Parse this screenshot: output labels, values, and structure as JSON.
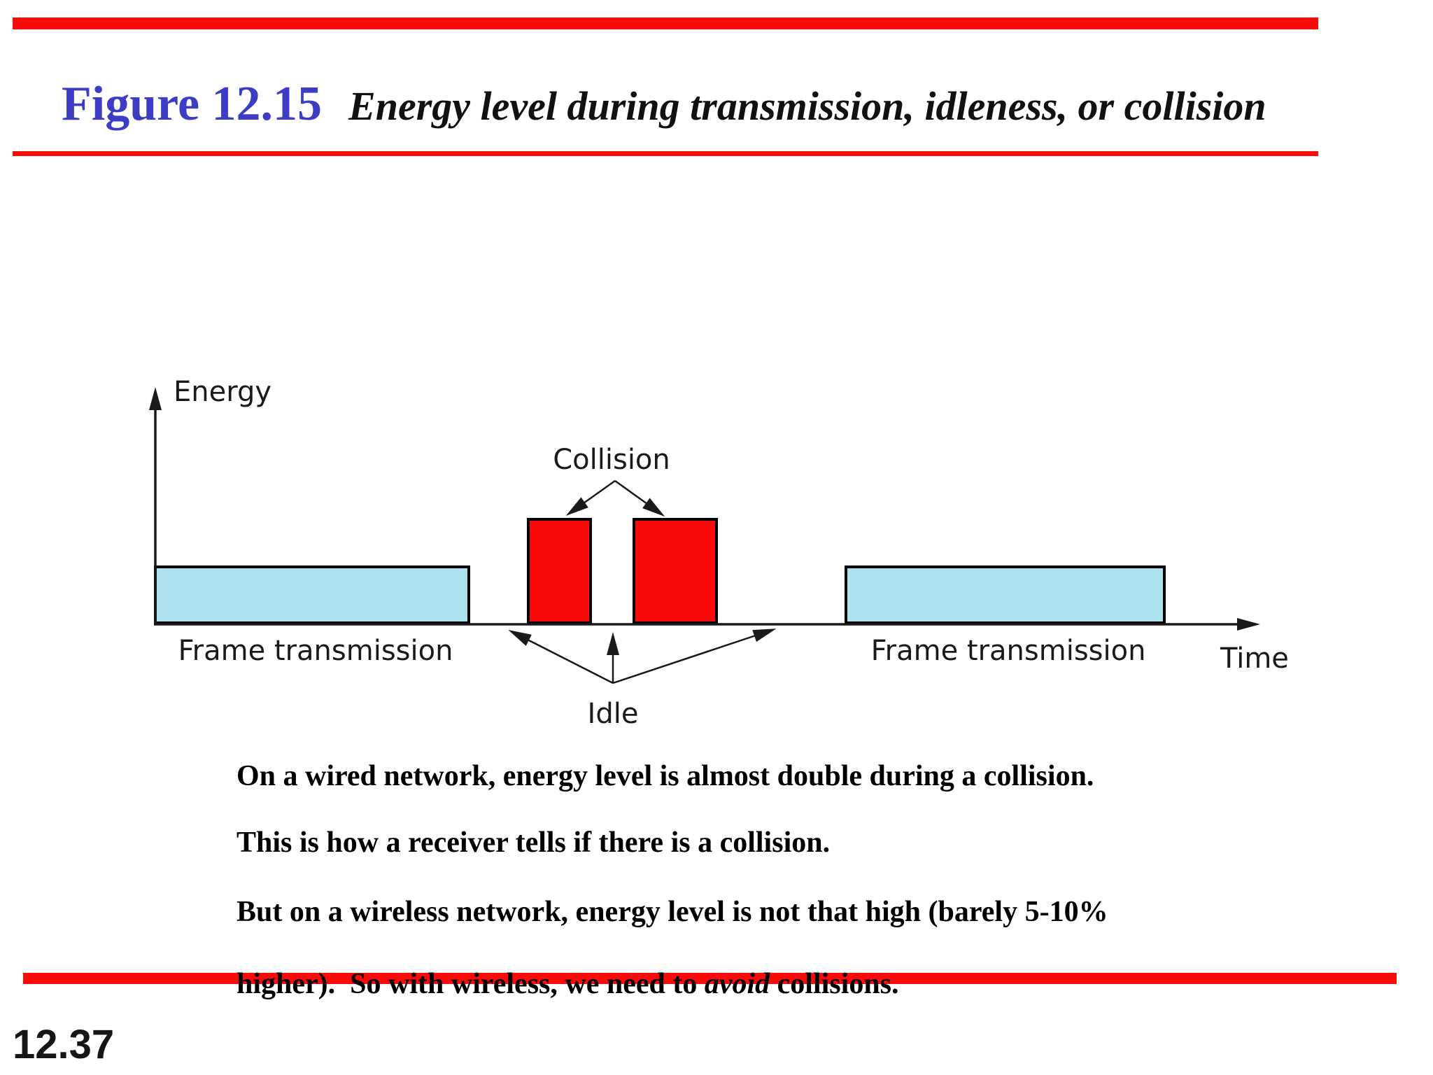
{
  "slide": {
    "figure_label": "Figure 12.15",
    "figure_title": "Energy level during transmission, idleness, or collision",
    "page_number": "12.37",
    "colors": {
      "accent_red": "#fb0a0a",
      "title_blue": "#3c3cc4"
    }
  },
  "diagram": {
    "y_axis_label": "Energy",
    "x_axis_label": "Time",
    "labels": {
      "collision": "Collision",
      "idle": "Idle",
      "frame_left": "Frame transmission",
      "frame_right": "Frame transmission"
    },
    "colors": {
      "frame_fill": "#ade0ee",
      "collision_fill": "#fb0a0a",
      "stroke": "#000000"
    },
    "timeline_sequence": [
      "Frame transmission",
      "Idle",
      "Collision burst 1",
      "Idle",
      "Collision burst 2",
      "Idle",
      "Frame transmission"
    ],
    "semantics": "Energy vs. time: normal frame transmissions at low energy, collision bursts at roughly double energy, idle periods at zero energy"
  },
  "notes": {
    "line1": "On a wired network, energy level is almost double during a collision.",
    "line2": "This is how a receiver tells if there is a collision.",
    "line3": "But on a wireless network, energy level is not that high (barely 5-10%",
    "line4_pre": "higher).  So with wireless, we need to ",
    "line4_italic": "avoid",
    "line4_post": " collisions."
  }
}
